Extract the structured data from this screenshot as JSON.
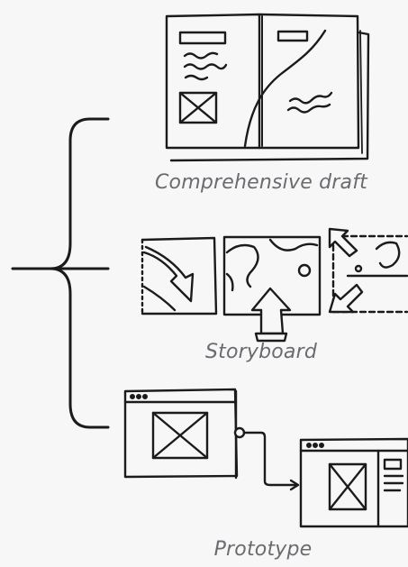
{
  "captions": {
    "draft": "Comprehensive draft",
    "storyboard": "Storyboard",
    "prototype": "Prototype"
  },
  "icons": {
    "draft": "sketch-book-layout-icon",
    "storyboard": "storyboard-frames-icon",
    "prototype": "wireframe-windows-flow-icon"
  },
  "colors": {
    "background": "#f7f7f8",
    "ink": "#1b1b1b",
    "caption": "#6b6b6f"
  }
}
